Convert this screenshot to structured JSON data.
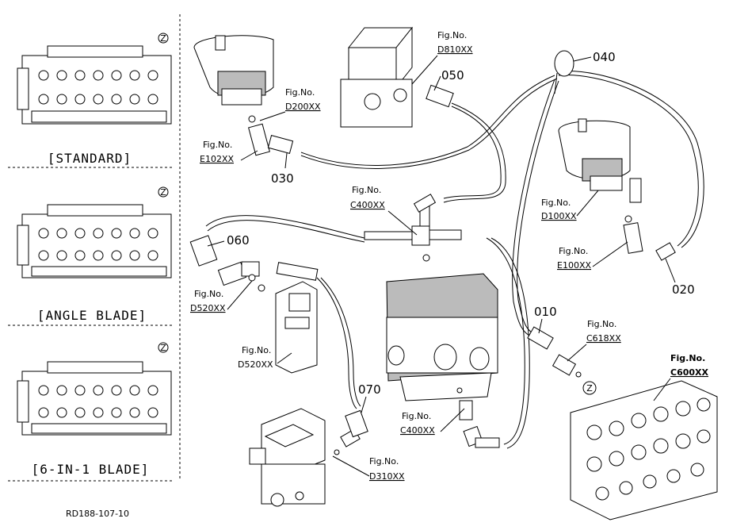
{
  "variants": {
    "standard": "[STANDARD]",
    "angle": "[ANGLE BLADE]",
    "six_in_one": "[6-IN-1 BLADE]",
    "marker": "Z"
  },
  "fig_prefix": "Fig.No.",
  "figs": {
    "d200": "D200XX",
    "e102": "E102XX",
    "d810": "D810XX",
    "c400_top": "C400XX",
    "d100": "D100XX",
    "e100": "E100XX",
    "d520_a": "D520XX",
    "d520_b": "D520XX",
    "c618": "C618XX",
    "c600": "C600XX",
    "c400_bot": "C400XX",
    "d310": "D310XX"
  },
  "parts": {
    "p010": "010",
    "p020": "020",
    "p030": "030",
    "p040": "040",
    "p050": "050",
    "p060": "060",
    "p070": "070"
  },
  "zone_marker": "Z",
  "footer": "RD188-107-10"
}
